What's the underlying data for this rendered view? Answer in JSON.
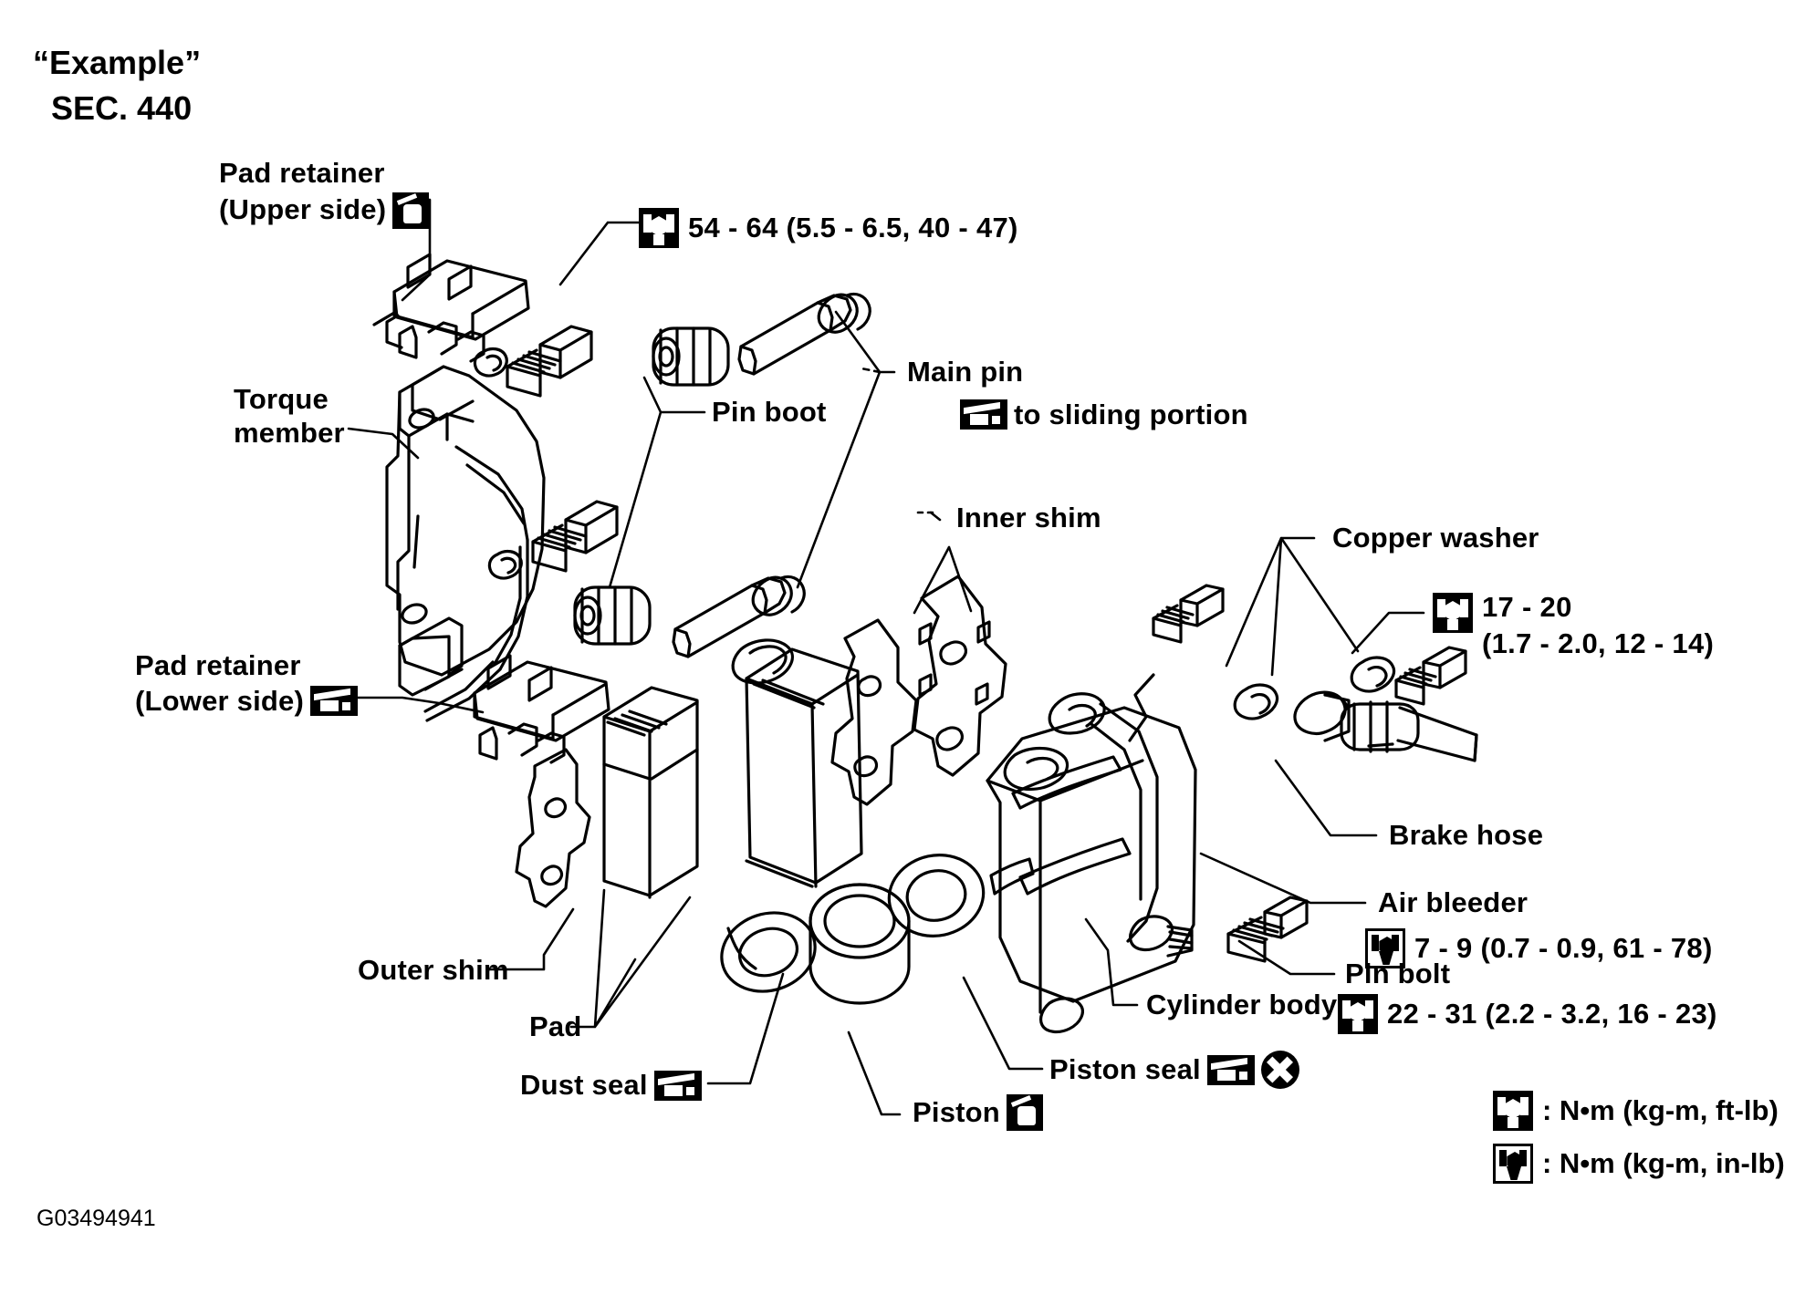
{
  "document": {
    "example_title": "“Example”",
    "section": "SEC. 440",
    "figure_code": "G03494941"
  },
  "callouts": {
    "pad_retainer_upper_line1": "Pad retainer",
    "pad_retainer_upper_line2": "(Upper side)",
    "pad_retainer_lower_line1": "Pad retainer",
    "pad_retainer_lower_line2": "(Lower side)",
    "torque_member_line1": "Torque",
    "torque_member_line2": "member",
    "pin_boot": "Pin boot",
    "main_pin": "Main pin",
    "to_sliding_portion": "to sliding portion",
    "inner_shim": "Inner shim",
    "outer_shim": "Outer shim",
    "pad": "Pad",
    "dust_seal": "Dust seal",
    "piston": "Piston",
    "piston_seal": "Piston seal",
    "cylinder_body": "Cylinder body",
    "copper_washer": "Copper washer",
    "brake_hose": "Brake hose",
    "air_bleeder": "Air bleeder",
    "pin_bolt": "Pin bolt"
  },
  "torque_specs": {
    "torque_member_bolt": "54 - 64 (5.5 - 6.5, 40 - 47)",
    "brake_hose_bolt_line1": "17 - 20",
    "brake_hose_bolt_line2": "(1.7 - 2.0, 12 - 14)",
    "air_bleeder": "7 - 9 (0.7 - 0.9, 61 - 78)",
    "pin_bolt": "22 - 31 (2.2 - 3.2, 16 - 23)"
  },
  "legend": {
    "ft_lb": ": N•m (kg-m, ft-lb)",
    "in_lb": ": N•m (kg-m, in-lb)"
  },
  "icons": {
    "grease": "grease-brush-icon",
    "oil": "oil-can-icon",
    "wrench_ftlb": "wrench-box-inverted-icon",
    "wrench_inlb": "wrench-box-icon",
    "replace": "x-circle-replace-icon"
  },
  "colors": {
    "ink": "#000000",
    "background": "#ffffff"
  }
}
